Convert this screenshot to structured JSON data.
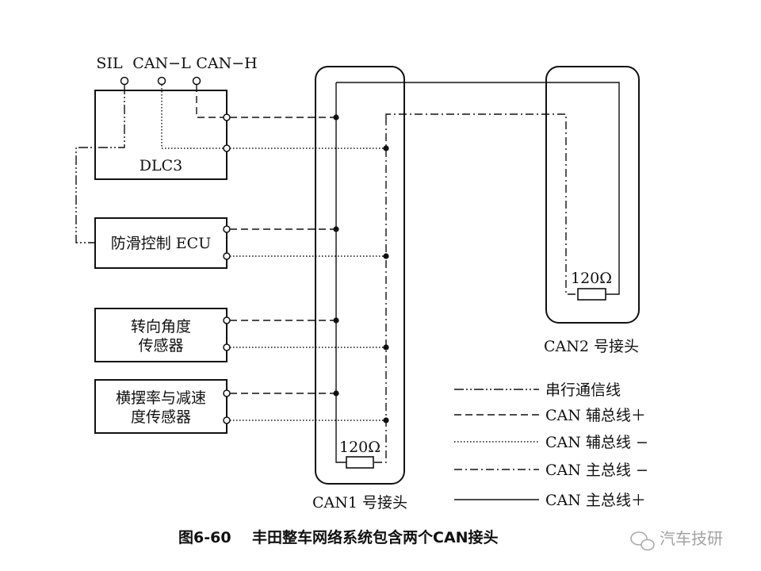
{
  "dlc3": {
    "pin_labels": [
      "SIL",
      "CAN−L",
      "CAN−H"
    ],
    "name": "DLC3"
  },
  "ecus": [
    {
      "line1": "防滑控制 ECU",
      "line2": ""
    },
    {
      "line1": "转向角度",
      "line2": "传感器"
    },
    {
      "line1": "横摆率与减速",
      "line2": "度传感器"
    }
  ],
  "junctions": {
    "can1": {
      "label": "CAN1 号接头",
      "resistor": "120Ω"
    },
    "can2": {
      "label": "CAN2 号接头",
      "resistor": "120Ω"
    }
  },
  "legend": [
    {
      "style": "dash-dot-dot",
      "label": "串行通信线"
    },
    {
      "style": "dashed",
      "label": "CAN 辅总线＋"
    },
    {
      "style": "dotted",
      "label": "CAN 辅总线 −"
    },
    {
      "style": "dash-dot",
      "label": "CAN 主总线 −"
    },
    {
      "style": "solid",
      "label": "CAN 主总线＋"
    }
  ],
  "caption": {
    "number": "图6-60",
    "text": "丰田整车网络系统包含两个CAN接头"
  },
  "watermark": "汽车技研"
}
